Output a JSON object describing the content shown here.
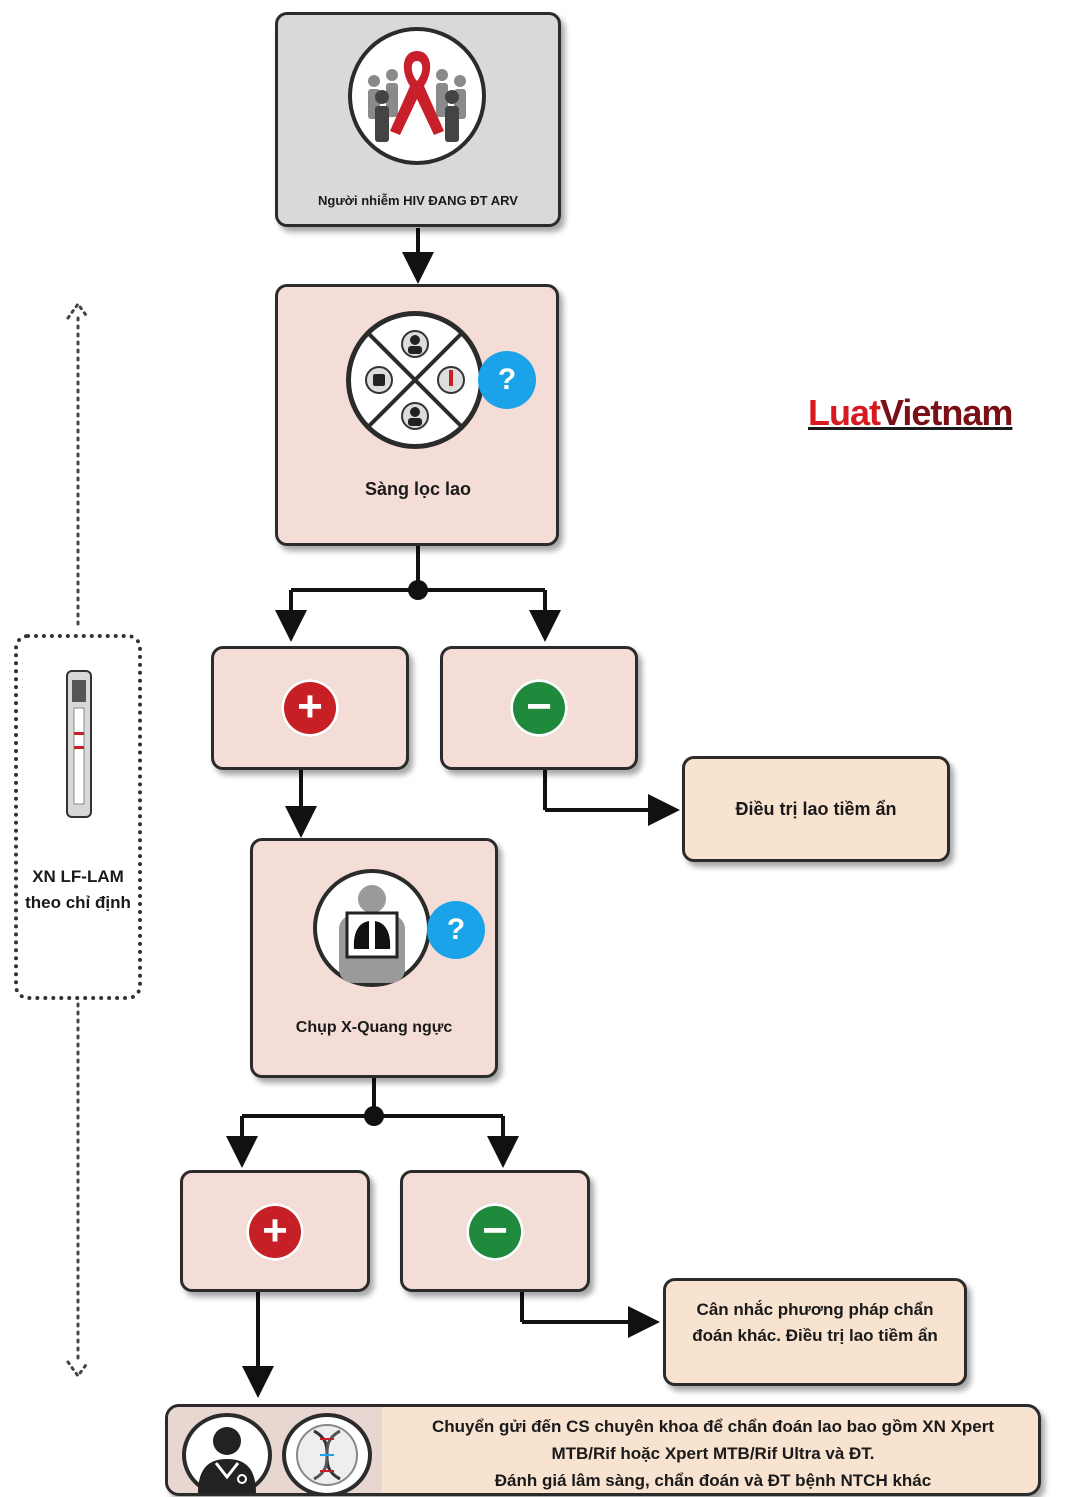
{
  "nodes": {
    "start": "Người nhiễm HIV ĐANG ĐT ARV",
    "screening": "Sàng lọc lao",
    "latent_treatment": "Điều trị lao tiềm ẩn",
    "xray": "Chụp X-Quang ngực",
    "other_methods": "Cân nhắc phương pháp chẩn đoán khác. Điều trị lao tiềm ẩn",
    "referral_line1": "Chuyển gửi đến CS chuyên khoa để chẩn đoán lao bao gồm XN Xpert",
    "referral_line2": "MTB/Rif hoặc Xpert MTB/Rif Ultra và ĐT.",
    "referral_line3": "Đánh giá lâm sàng, chẩn đoán và ĐT bệnh NTCH khác"
  },
  "side_panel": {
    "text": "XN LF-LAM theo chỉ định"
  },
  "results": {
    "positive_symbol": "+",
    "negative_symbol": "−",
    "question_symbol": "?"
  },
  "watermark": {
    "part1": "Luat",
    "part2": "Vietnam"
  },
  "icons": [
    "hiv-ribbon-crowd-icon",
    "screening-wheel-icon",
    "lung-xray-icon",
    "doctor-icon",
    "dna-icon",
    "test-strip-icon"
  ]
}
